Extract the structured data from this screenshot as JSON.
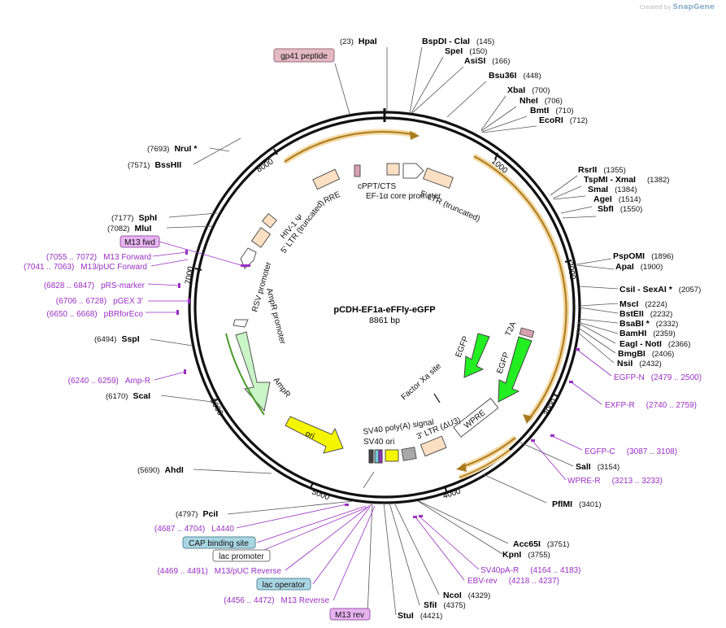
{
  "credit": {
    "prefix": "Created by",
    "brand": "SnapGene"
  },
  "plasmid": {
    "name": "pCDH-EF1a-eFFly-eGFP",
    "length_label": "8861 bp"
  },
  "ruler_ticks": [
    "1000",
    "2000",
    "3000",
    "4000",
    "5000",
    "6000",
    "7000",
    "8000"
  ],
  "features": [
    {
      "id": "cppt",
      "label": "cPPT/CTS"
    },
    {
      "id": "ef1a",
      "label": "EF-1α core promoter"
    },
    {
      "id": "ltr5t",
      "label": "5' LTR (truncated)"
    },
    {
      "id": "rre",
      "label": "RRE"
    },
    {
      "id": "psi",
      "label": "HIV-1 Ψ"
    },
    {
      "id": "ltr5",
      "label": "5' LTR (truncated)"
    },
    {
      "id": "rsv",
      "label": "RSV promoter"
    },
    {
      "id": "ampr_prom",
      "label": "AmpR promoter"
    },
    {
      "id": "ampr",
      "label": "AmpR"
    },
    {
      "id": "ori",
      "label": "ori"
    },
    {
      "id": "sv40pa",
      "label": "SV40 poly(A) signal"
    },
    {
      "id": "sv40ori",
      "label": "SV40 ori"
    },
    {
      "id": "ltr3",
      "label": "3' LTR (ΔU3)"
    },
    {
      "id": "wpre",
      "label": "WPRE"
    },
    {
      "id": "egfp_in",
      "label": "EGFP"
    },
    {
      "id": "egfp_out",
      "label": "EGFP"
    },
    {
      "id": "t2a",
      "label": "T2A"
    },
    {
      "id": "xa",
      "label": "Factor Xa site"
    }
  ],
  "sites_right": [
    {
      "pos": "(23)",
      "name": "HpaI"
    },
    {
      "name": "BspDI  -  ClaI",
      "pos": "(145)"
    },
    {
      "name": "SpeI",
      "pos": "(150)"
    },
    {
      "name": "AsiSI",
      "pos": "(166)"
    },
    {
      "name": "Bsu36I",
      "pos": "(448)"
    },
    {
      "name": "XbaI",
      "pos": "(700)"
    },
    {
      "name": "NheI",
      "pos": "(706)"
    },
    {
      "name": "BmtI",
      "pos": "(710)"
    },
    {
      "name": "EcoRI",
      "pos": "(712)"
    },
    {
      "name": "RsrII",
      "pos": "(1355)"
    },
    {
      "name": "TspMI  -  XmaI",
      "pos": "(1382)"
    },
    {
      "name": "SmaI",
      "pos": "(1384)"
    },
    {
      "name": "AgeI",
      "pos": "(1514)"
    },
    {
      "name": "SbfI",
      "pos": "(1550)"
    },
    {
      "name": "PspOMI",
      "pos": "(1896)"
    },
    {
      "name": "ApaI",
      "pos": "(1900)"
    },
    {
      "name": "CsiI  -  SexAI *",
      "pos": "(2057)"
    },
    {
      "name": "MscI",
      "pos": "(2224)"
    },
    {
      "name": "BstEII",
      "pos": "(2232)"
    },
    {
      "name": "BsaBI *",
      "pos": "(2332)"
    },
    {
      "name": "BamHI",
      "pos": "(2359)"
    },
    {
      "name": "EagI  -  NotI",
      "pos": "(2366)"
    },
    {
      "name": "BmgBI",
      "pos": "(2406)"
    },
    {
      "name": "NsiI",
      "pos": "(2432)"
    },
    {
      "name": "SalI",
      "pos": "(3154)"
    },
    {
      "name": "PflMI",
      "pos": "(3401)"
    },
    {
      "name": "Acc65I",
      "pos": "(3751)"
    },
    {
      "name": "KpnI",
      "pos": "(3755)"
    },
    {
      "name": "NcoI",
      "pos": "(4329)"
    },
    {
      "name": "SfiI",
      "pos": "(4375)"
    },
    {
      "name": "StuI",
      "pos": "(4421)"
    }
  ],
  "sites_left": [
    {
      "pos": "(7693)",
      "name": "NruI *"
    },
    {
      "pos": "(7571)",
      "name": "BssHII"
    },
    {
      "pos": "(7177)",
      "name": "SphI"
    },
    {
      "pos": "(7082)",
      "name": "MluI"
    },
    {
      "pos": "(6494)",
      "name": "SspI"
    },
    {
      "pos": "(6170)",
      "name": "ScaI"
    },
    {
      "pos": "(5690)",
      "name": "AhdI"
    },
    {
      "pos": "(4797)",
      "name": "PciI"
    }
  ],
  "primers": [
    {
      "text": "EGFP-N",
      "range": "(2479 .. 2500)"
    },
    {
      "text": "EXFP-R",
      "range": "(2740 .. 2759)"
    },
    {
      "text": "EGFP-C",
      "range": "(3087 .. 3108)"
    },
    {
      "text": "WPRE-R",
      "range": "(3213 .. 3233)"
    },
    {
      "text": "SV40pA-R",
      "range": "(4164 .. 4183)"
    },
    {
      "text": "EBV-rev",
      "range": "(4218 .. 4237)"
    },
    {
      "text": "M13 Forward",
      "range": "(7055 .. 7072)"
    },
    {
      "text": "M13/pUC Forward",
      "range": "(7041 .. 7063)"
    },
    {
      "text": "pRS-marker",
      "range": "(6828 .. 6847)"
    },
    {
      "text": "pGEX 3'",
      "range": "(6706 .. 6728)"
    },
    {
      "text": "pBRforEco",
      "range": "(6650 .. 6668)"
    },
    {
      "text": "Amp-R",
      "range": "(6240 .. 6259)"
    },
    {
      "text": "L4440",
      "range": "(4687 .. 4704)"
    },
    {
      "text": "M13/pUC Reverse",
      "range": "(4469 .. 4491)"
    },
    {
      "text": "M13 Reverse",
      "range": "(4456 .. 4472)"
    }
  ],
  "boxed_labels": [
    {
      "text": "gp41 peptide",
      "color": "#e3b9c4"
    },
    {
      "text": "M13 fwd",
      "color": "#e7b3f0"
    },
    {
      "text": "CAP binding site",
      "color": "#a9d6e3"
    },
    {
      "text": "lac promoter",
      "color": "#ffffff"
    },
    {
      "text": "lac operator",
      "color": "#a9d6e3"
    },
    {
      "text": "M13 rev",
      "color": "#e7b3f0"
    }
  ]
}
